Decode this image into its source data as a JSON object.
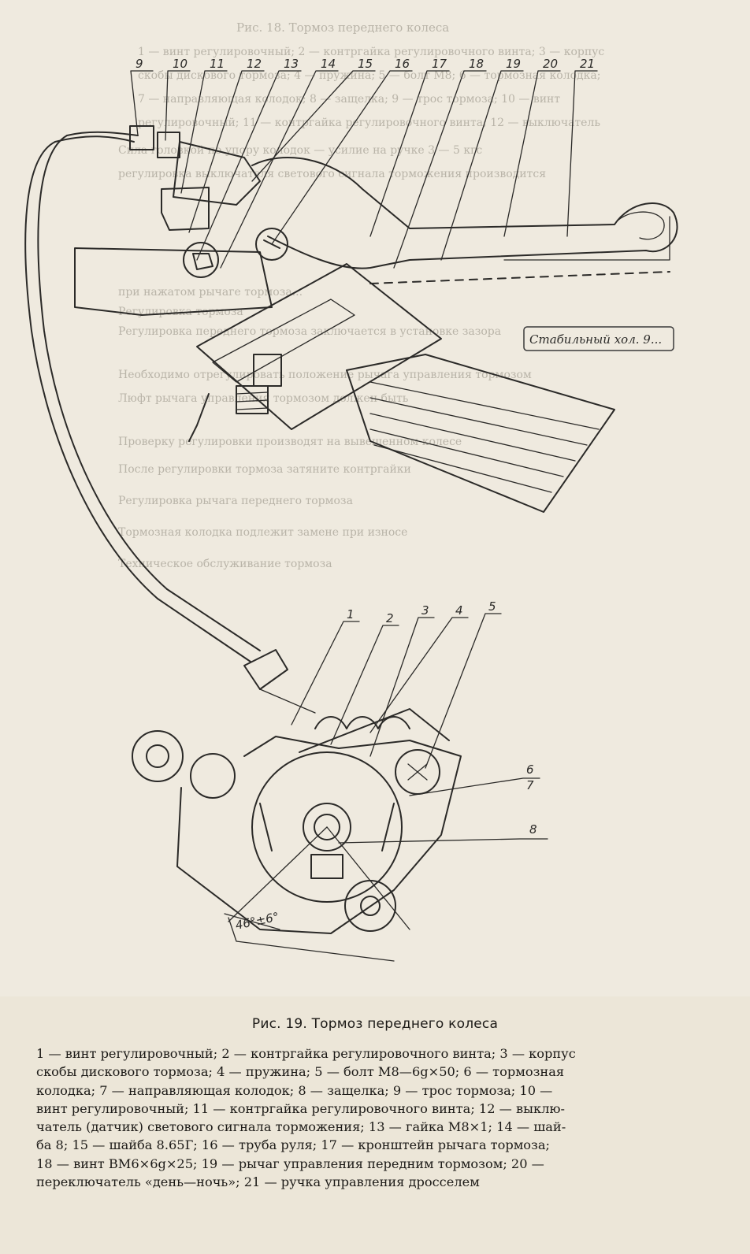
{
  "figure": {
    "angle_label": "46°±6°",
    "stamp_text": "Стабильный хол. 9...",
    "callouts": {
      "top": [
        "9",
        "10",
        "11",
        "12",
        "13",
        "14",
        "15",
        "16",
        "17",
        "18",
        "19",
        "20",
        "21"
      ],
      "bottom": [
        "1",
        "2",
        "3",
        "4",
        "5"
      ],
      "right_pair": "6\n7",
      "right_pair_6": "6",
      "right_pair_7": "7",
      "right_single": "8"
    },
    "background_lines": [
      "Рис. 18. Тормоз переднего колеса",
      "1 — винт регулировочный; 2 — контргайка регулировочного винта; 3 — корпус",
      "скобы дискового тормоза; 4 — пружина; 5 — болт М8; 6 — тормозная колодка;",
      "7 — направляющая колодок; 8 — защелка; 9 — трос тормоза; 10 — винт",
      "регулировочный; 11 — контргайка регулировочного винта; 12 — выключатель",
      "Сила головкой по упору колодок — усилие на ручке 3 — 5 кгс",
      "регулировка выключателя светового сигнала торможения производится",
      "при нажатом рычаге тормоза...",
      "Регулировка тормоза",
      "Регулировка переднего тормоза заключается в установке зазора",
      "Необходимо отрегулировать положение рычага управления тормозом",
      "Люфт рычага управления тормозом должен быть",
      "Проверку регулировки производят на вывешенном колесе",
      "После регулировки тормоза затяните контргайки",
      "Регулировка рычага переднего тормоза",
      "Тормозная колодка подлежит замене при износе",
      "Техническое обслуживание тормоза"
    ]
  },
  "caption": {
    "title": "Рис. 19. Тормоз переднего колеса",
    "legend_lines": [
      "1 — винт регулировочный; 2 — контргайка регулировочного винта; 3 — корпус",
      "скобы дискового тормоза; 4 — пружина; 5 — болт М8—6g×50; 6 — тормозная",
      "колодка; 7 — направляющая колодок; 8 — защелка; 9 — трос тормоза; 10 —",
      "винт регулировочный; 11 — контргайка регулировочного винта; 12 — выклю-",
      "чатель (датчик) светового сигнала торможения; 13 — гайка М8×1; 14 — шай-",
      "ба 8; 15 — шайба 8.65Г; 16 — труба руля; 17 — кронштейн рычага тормоза;",
      "18 — винт ВМ6×6g×25; 19 — рычаг управления передним тормозом; 20 —",
      "переключатель «день—ночь»; 21 — ручка управления дросселем"
    ]
  }
}
